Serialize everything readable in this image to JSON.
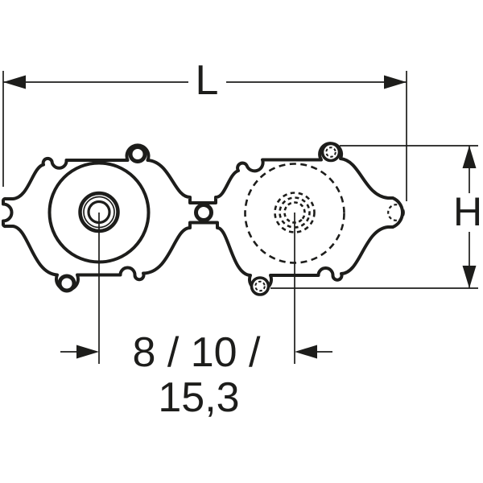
{
  "drawing": {
    "dimensions": {
      "length_label": "L",
      "height_label": "H",
      "offset_values_line1": "8 / 10 /",
      "offset_values_line2": "15,3"
    },
    "colors": {
      "line": "#1d1d1b",
      "background": "#ffffff"
    }
  }
}
